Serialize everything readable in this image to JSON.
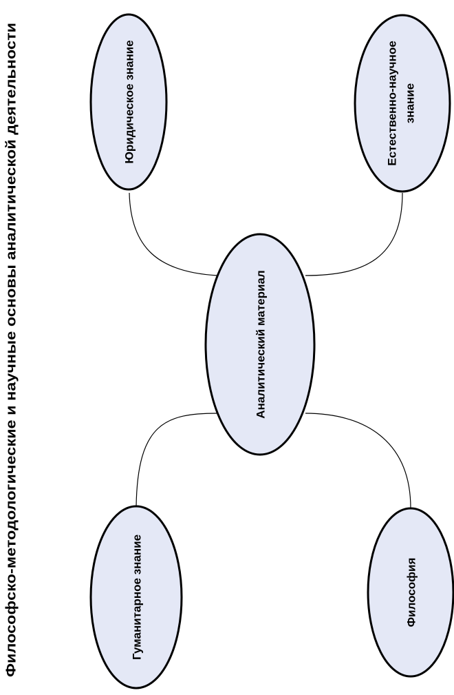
{
  "title": "Философско-методологические и научные основы аналитической деятельности",
  "nodes": {
    "center": {
      "label": "Аналитический материал"
    },
    "top_left": {
      "label": "Юридическое знание"
    },
    "top_right": {
      "label_line1": "Естественно-научное",
      "label_line2": "знание"
    },
    "bottom_left": {
      "label": "Гуманитарное знание"
    },
    "bottom_right": {
      "label": "Философия"
    }
  },
  "colors": {
    "ellipse_fill": "#e4e8f6",
    "stroke": "#000000",
    "background": "#ffffff"
  }
}
